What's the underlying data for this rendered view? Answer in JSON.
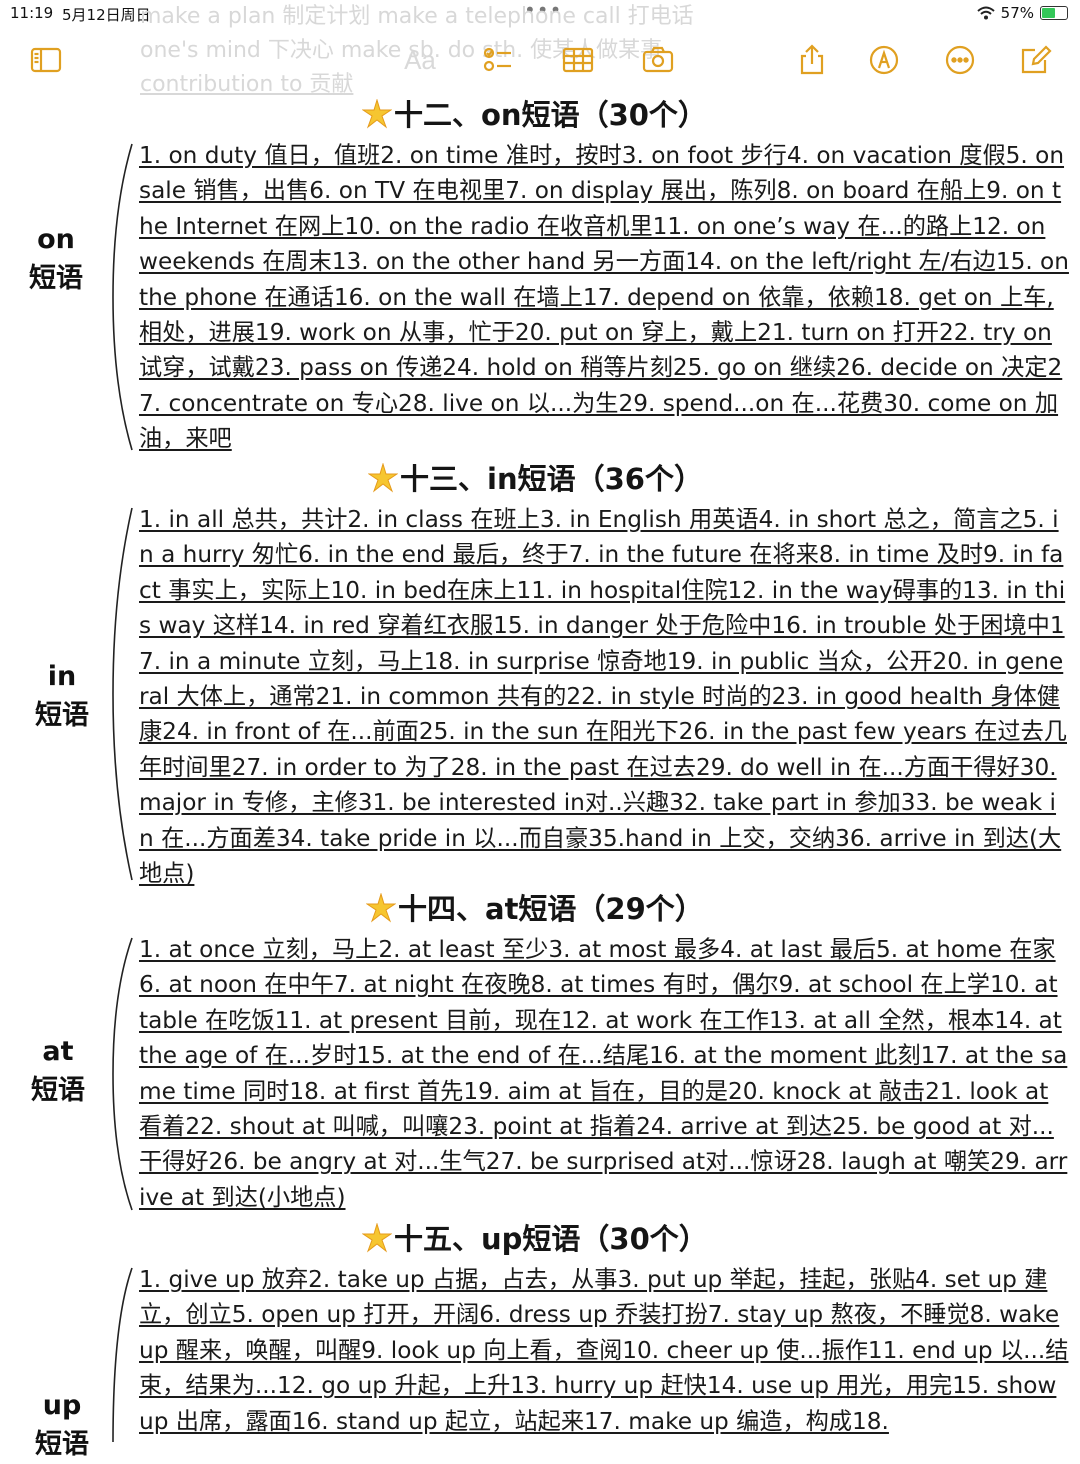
{
  "status_bar": {
    "time": "11:19",
    "date": "5月12日周日",
    "battery": "57%",
    "battery_level": 0.57
  },
  "ghost_text": [
    "make a plan 制定计划 make a telephone call 打电话",
    "one's mind 下决心 make sb. do sth. 使某人做某事",
    "contribution to 贡献"
  ],
  "toolbar": {
    "format_label": "Aa"
  },
  "sections": [
    {
      "title": "十二、on短语（30个）",
      "node": "on\n短语",
      "phrases": "1. on duty 值日，值班2. on time 准时，按时3. on foot 步行4. on vacation 度假5. on sale 销售，出售6. on TV 在电视里7. on display 展出，陈列8. on board 在船上9. on the Internet 在网上10. on the radio 在收音机里11. on one’s way 在...的路上12. on weekends 在周末13. on the other hand 另一方面14. on the left/right 左/右边15. on the phone 在通话16. on the wall 在墙上17. depend on 依靠，依赖18. get on 上车,相处，进展19. work on 从事，忙于20. put on 穿上，戴上21. turn on 打开22. try on 试穿，试戴23. pass on 传递24. hold on 稍等片刻25. go on 继续26. decide on 决定27. concentrate on 专心28. live on 以...为生29. spend...on 在...花费30. come on 加油，来吧"
    },
    {
      "title": "十三、in短语（36个）",
      "node": "in\n短语",
      "phrases": "1. in all 总共，共计2. in class 在班上3. in English 用英语4. in short 总之，简言之5. in a hurry 匆忙6. in the end 最后，终于7. in the future 在将来8. in time 及时9. in fact 事实上，实际上10. in bed在床上11. in hospital住院12. in the way碍事的13. in this way 这样14. in red 穿着红衣服15. in danger 处于危险中16. in trouble 处于困境中17. in a minute 立刻，马上18. in surprise 惊奇地19. in public 当众，公开20. in general 大体上，通常21. in common 共有的22. in style 时尚的23. in good health 身体健康24. in front of 在...前面25. in the sun 在阳光下26. in the past few years 在过去几年时间里27. in order to 为了28. in the past 在过去29. do well in 在...方面干得好30. major in 专修，主修31. be interested in对..兴趣32. take part in 参加33. be weak in 在...方面差34. take pride in 以...而自豪35.hand in 上交，交纳36. arrive in 到达(大地点)"
    },
    {
      "title": "十四、at短语（29个）",
      "node": "at\n短语",
      "phrases": "1. at once 立刻，马上2. at least 至少3. at most 最多4. at last 最后5. at home 在家6. at noon 在中午7. at night 在夜晚8. at times 有时，偶尔9. at school 在上学10. at table 在吃饭11. at present 目前，现在12. at work 在工作13. at all 全然，根本14. at the age of 在...岁时15. at the end of 在...结尾16. at the moment 此刻17. at the same time 同时18. at first 首先19. aim at 旨在，目的是20. knock at 敲击21. look at 看着22. shout at 叫喊，叫嚷23. point at 指着24. arrive at 到达25. be good at 对...干得好26. be angry at 对...生气27. be surprised at对...惊讶28. laugh at 嘲笑29. arrive at 到达(小地点)"
    },
    {
      "title": "十五、up短语（30个）",
      "node": "up\n短语",
      "phrases": "1. give up 放弃2. take up 占据，占去，从事3. put up 举起，挂起，张贴4. set up 建立，创立5. open up 打开，开阔6. dress up 乔装打扮7. stay up 熬夜，不睡觉8. wake up 醒来，唤醒，叫醒9. look up 向上看，查阅10. cheer up 使...振作11. end up 以...结束，结果为...12. go up 升起，上升13. hurry up 赶快14. use up 用光，用完15. show up 出席，露面16. stand up 起立，站起来17. make up 编造，构成18."
    }
  ]
}
